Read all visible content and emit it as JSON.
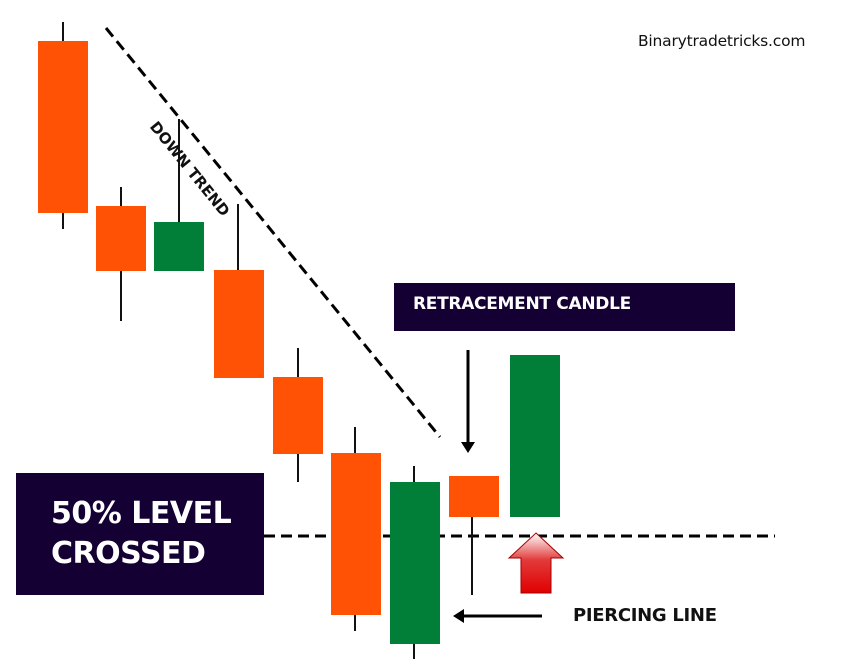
{
  "watermark": "Binarytradetricks.com",
  "labels": {
    "down_trend": "DOWN TREND",
    "retracement_candle": "RETRACEMENT CANDLE",
    "level_line1": "50% LEVEL",
    "level_line2": "CROSSED",
    "piercing_line": "PIERCING LINE"
  },
  "colors": {
    "bearish": "#FF5204",
    "bullish": "#017F38",
    "label_box": "#140033",
    "arrow_up": "#E00000",
    "line": "#000000"
  },
  "chart_data": {
    "type": "candlestick",
    "title": "Piercing Line pattern after a down trend",
    "xlabel": "",
    "ylabel": "",
    "grid": false,
    "note": "Values are relative price units derived from pixel positions (higher = higher price, scale 0-100).",
    "candles": [
      {
        "index": 1,
        "direction": "bearish",
        "open": 94.2,
        "close": 68.1,
        "high": 97.1,
        "low": 65.7
      },
      {
        "index": 2,
        "direction": "bearish",
        "open": 69.2,
        "close": 59.3,
        "high": 72.0,
        "low": 51.7
      },
      {
        "index": 3,
        "direction": "bullish",
        "open": 59.3,
        "close": 66.8,
        "high": 81.9,
        "low": 59.3
      },
      {
        "index": 4,
        "direction": "bearish",
        "open": 59.0,
        "close": 42.6,
        "high": 69.0,
        "low": 42.6
      },
      {
        "index": 5,
        "direction": "bearish",
        "open": 42.8,
        "close": 31.1,
        "high": 47.2,
        "low": 26.9
      },
      {
        "index": 6,
        "direction": "bearish",
        "open": 31.2,
        "close": 6.7,
        "high": 35.2,
        "low": 4.2
      },
      {
        "index": 7,
        "direction": "bullish",
        "open": 2.3,
        "close": 26.9,
        "high": 29.3,
        "low": 0.0
      },
      {
        "index": 8,
        "direction": "bearish",
        "open": 27.8,
        "close": 21.6,
        "high": 27.8,
        "low": 9.7
      },
      {
        "index": 9,
        "direction": "bullish",
        "open": 21.6,
        "close": 46.1,
        "high": 46.1,
        "low": 21.6
      }
    ],
    "annotations": [
      {
        "type": "dashed_trendline",
        "label": "DOWN TREND",
        "from_candle": 1,
        "to_candle": 8
      },
      {
        "type": "dashed_horizontal",
        "label": "50% LEVEL CROSSED",
        "y": 18.7
      },
      {
        "type": "arrow_down",
        "label": "RETRACEMENT CANDLE",
        "target_candle": 8
      },
      {
        "type": "arrow_left",
        "label": "PIERCING LINE",
        "target_candle": 7
      },
      {
        "type": "arrow_up_red",
        "target": "50% level",
        "near_candle": 9
      }
    ]
  }
}
